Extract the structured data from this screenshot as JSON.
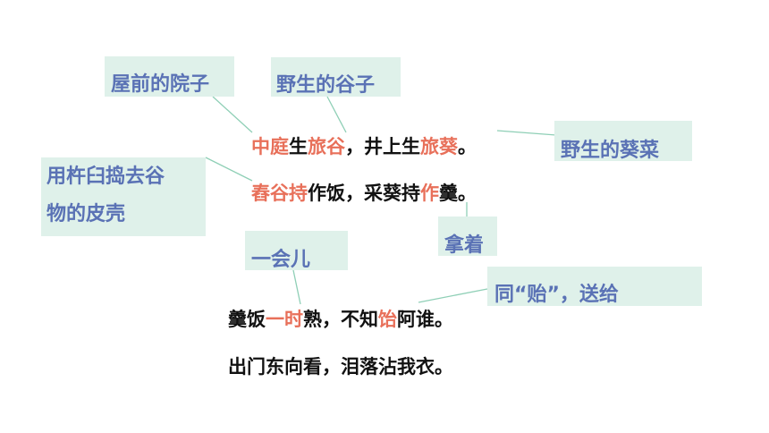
{
  "annotations": {
    "courtyard": "屋前的院子",
    "wild_grain": "野生的谷子",
    "wild_sunflower": "野生的葵菜",
    "pestle": [
      "用杵臼捣去谷",
      "物的皮壳"
    ],
    "holding": "拿着",
    "moment": "一会儿",
    "give": "同“贻”，送给"
  },
  "poem": {
    "line1": {
      "p1": "中庭",
      "p2": "生",
      "p3": "旅谷",
      "p4": "，井上生",
      "p5": "旅葵",
      "p6": "。"
    },
    "line2": {
      "p1": "舂谷持",
      "p2": "作饭，采葵持",
      "p3": "作",
      "p4": "羹。"
    },
    "line3": {
      "p1": "羹饭",
      "p2": "一时",
      "p3": "熟，不知",
      "p4": "饴",
      "p5": "阿谁。"
    },
    "line4": {
      "p1": "出门东向看，泪落沾我衣。"
    }
  },
  "colors": {
    "highlight": "#e8705a",
    "note_bg": "#dff1ea",
    "note_text": "#5a72b5",
    "leader": "#8fcfb6"
  }
}
